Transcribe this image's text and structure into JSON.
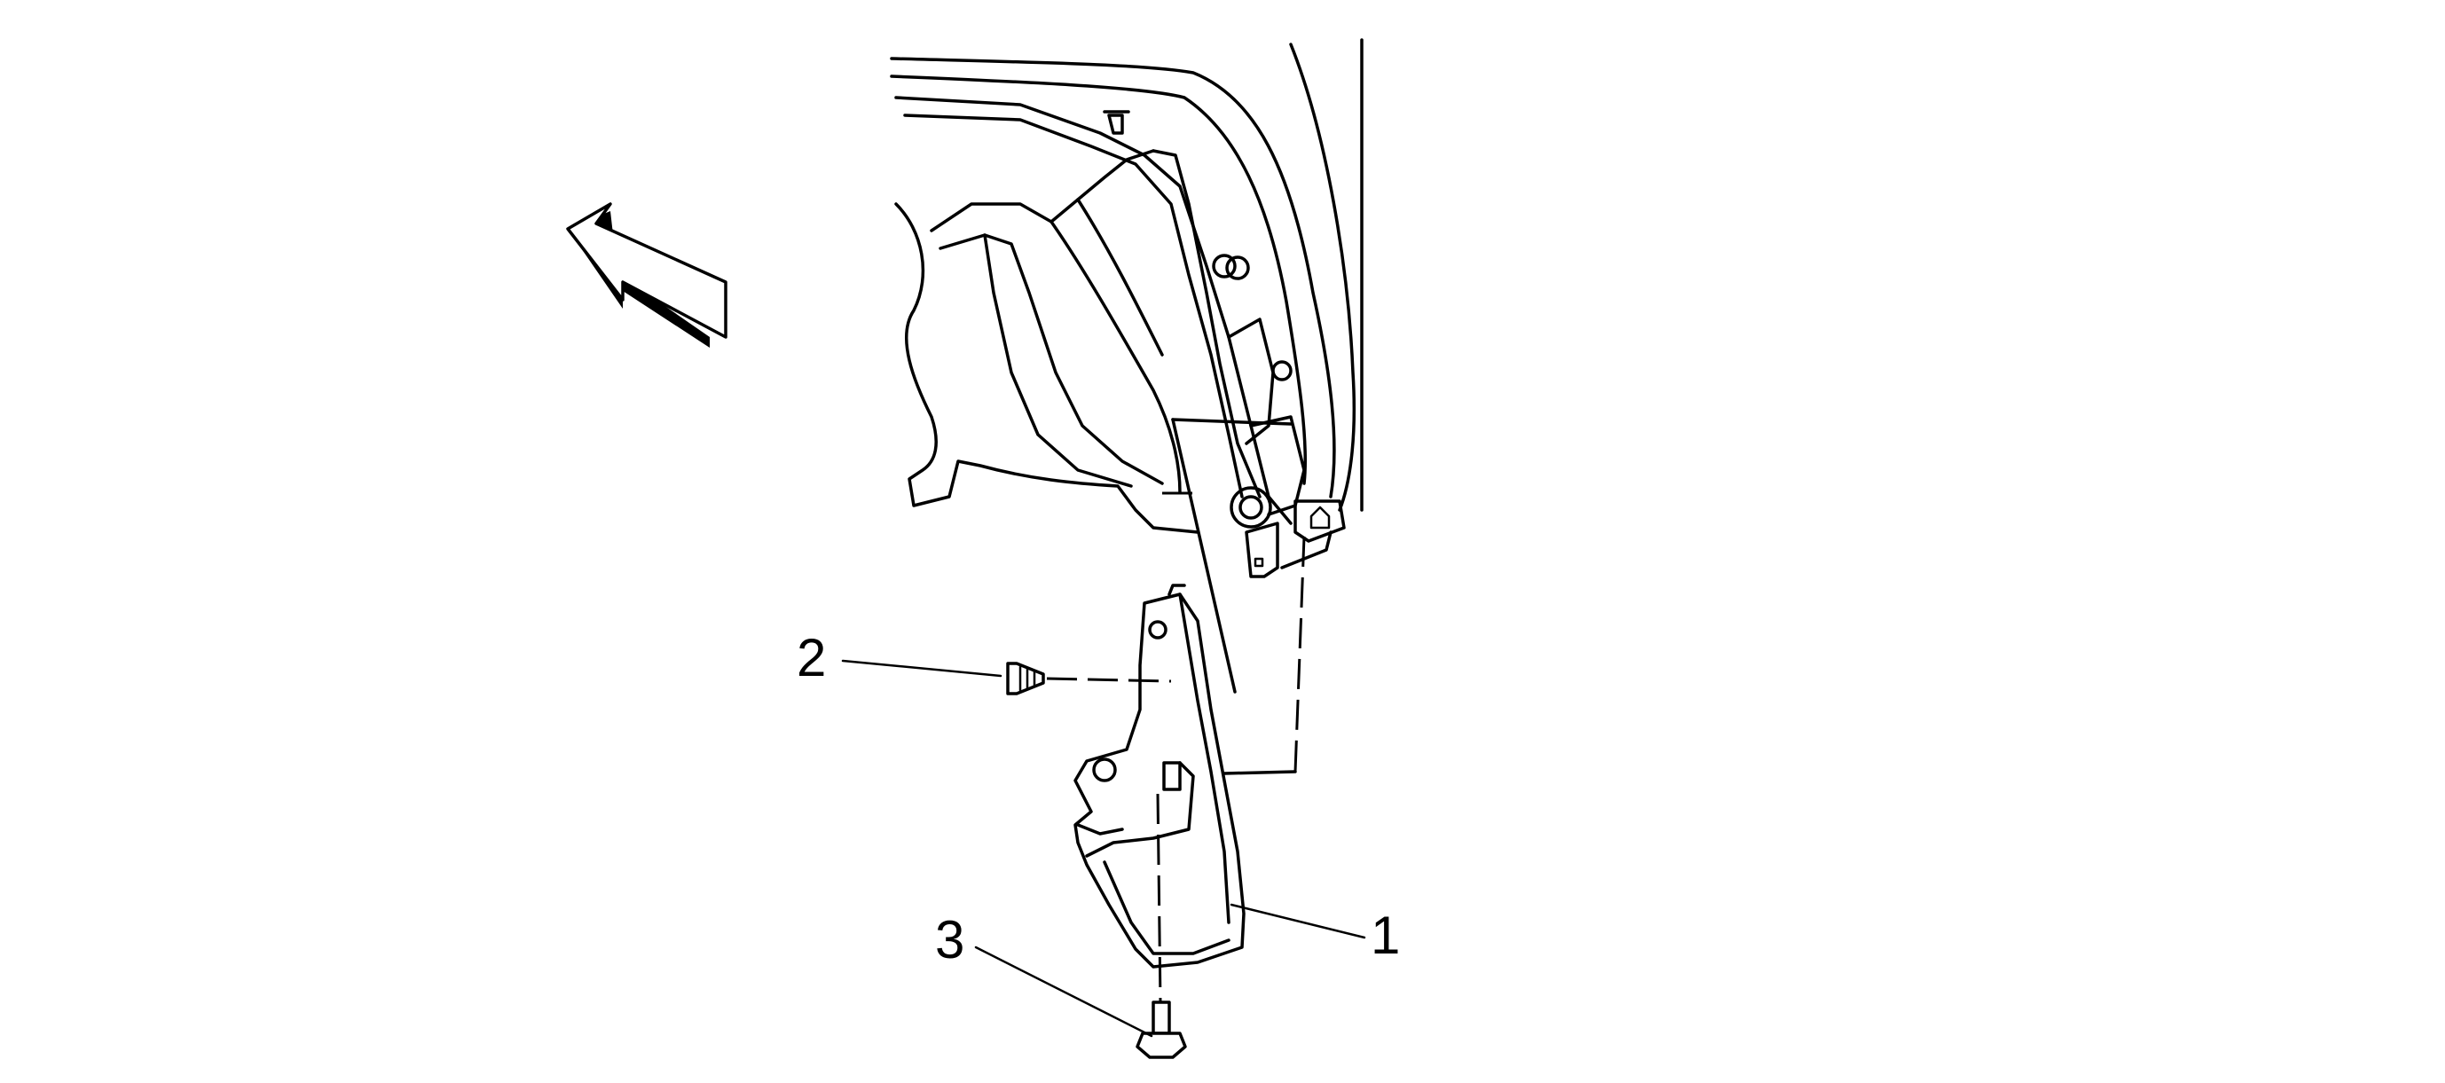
{
  "callouts": {
    "part_1": "1",
    "part_2": "2",
    "part_3": "3"
  },
  "icons": {
    "direction_arrow": "front-direction-arrow-icon",
    "fastener_2": "screw-icon",
    "fastener_3": "bolt-icon"
  },
  "colors": {
    "line": "#000000",
    "background": "#ffffff"
  }
}
